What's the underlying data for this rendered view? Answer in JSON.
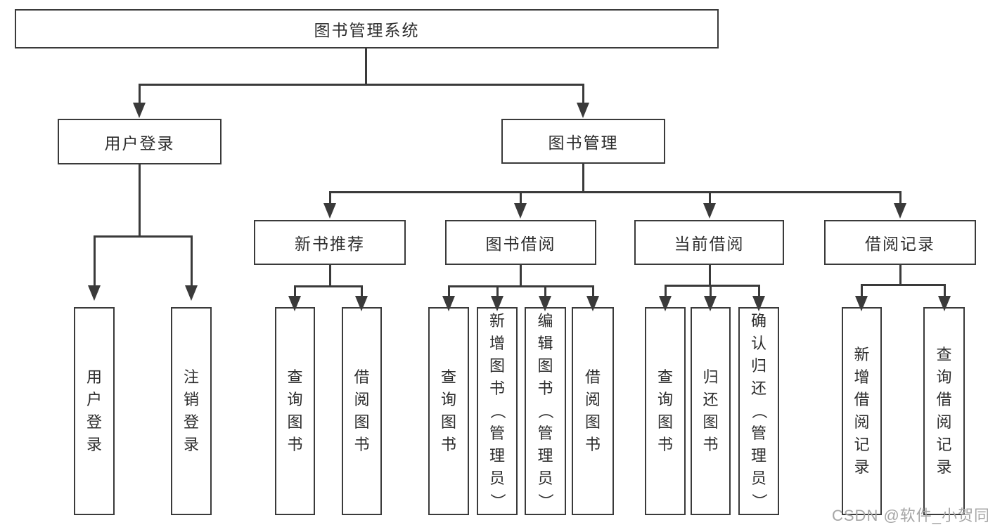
{
  "page": {
    "background": "#ffffff",
    "watermark": "CSDN @软件_小贺同学"
  },
  "diagram": {
    "type": "hierarchy",
    "colors": {
      "line": "#3a3a3a",
      "box_border": "#3a3a3a",
      "text": "#2d2d2d",
      "watermark_text": "#a6a6a6",
      "background": "#ffffff"
    },
    "root": {
      "label": "图书管理系统"
    },
    "branches": [
      {
        "label": "用户登录",
        "leaves": [
          {
            "label": "用户登录"
          },
          {
            "label": "注销登录"
          }
        ]
      },
      {
        "label": "图书管理",
        "groups": [
          {
            "label": "新书推荐",
            "leaves": [
              {
                "label": "查询图书"
              },
              {
                "label": "借阅图书"
              }
            ]
          },
          {
            "label": "图书借阅",
            "leaves": [
              {
                "label": "查询图书"
              },
              {
                "label": "新增图书（管理员）"
              },
              {
                "label": "编辑图书（管理员）"
              },
              {
                "label": "借阅图书"
              }
            ]
          },
          {
            "label": "当前借阅",
            "leaves": [
              {
                "label": "查询图书"
              },
              {
                "label": "归还图书"
              },
              {
                "label": "确认归还（管理员）"
              }
            ]
          },
          {
            "label": "借阅记录",
            "leaves": [
              {
                "label": "新增借阅记录"
              },
              {
                "label": "查询借阅记录"
              }
            ]
          }
        ]
      }
    ]
  }
}
